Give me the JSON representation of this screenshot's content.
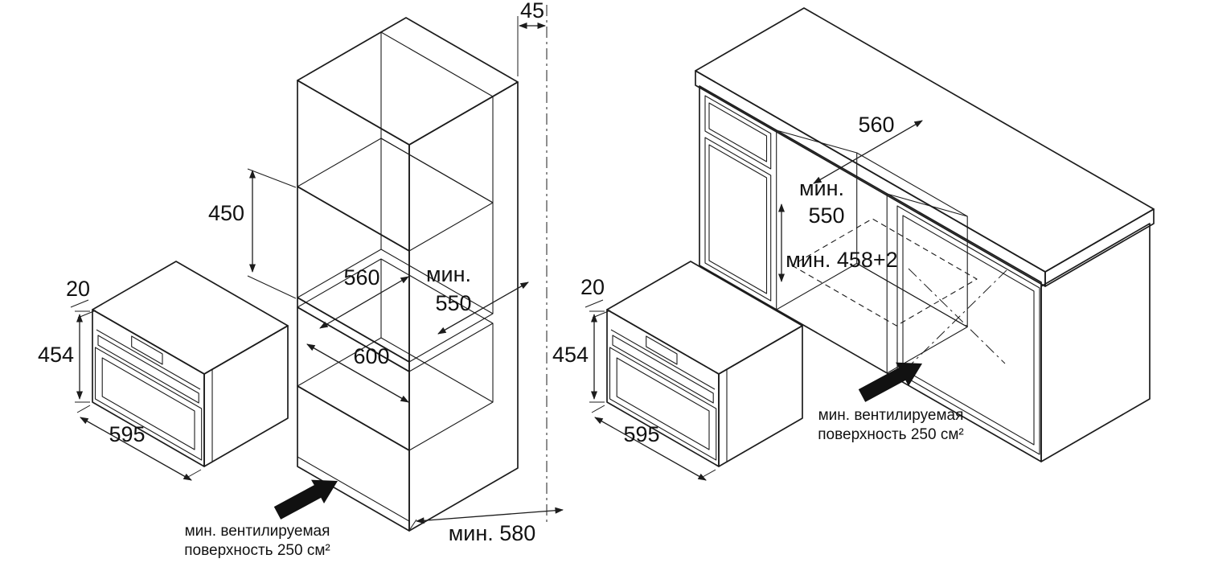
{
  "colors": {
    "background": "#ffffff",
    "line": "#1c1c1c"
  },
  "left": {
    "dim_45": "45",
    "dim_450": "450",
    "dim_560": "560",
    "min_word": "мин.",
    "dim_550": "550",
    "dim_600": "600",
    "dim_min_580": "мин. 580",
    "oven_20": "20",
    "oven_454": "454",
    "oven_595": "595",
    "vent_line1": "мин. вентилируемая",
    "vent_line2": "поверхность 250 см²"
  },
  "right": {
    "dim_560": "560",
    "min_word": "мин.",
    "dim_550": "550",
    "dim_min_458": "мин. 458+2",
    "oven_20": "20",
    "oven_454": "454",
    "oven_595": "595",
    "vent_line1": "мин. вентилируемая",
    "vent_line2": "поверхность 250 см²"
  }
}
